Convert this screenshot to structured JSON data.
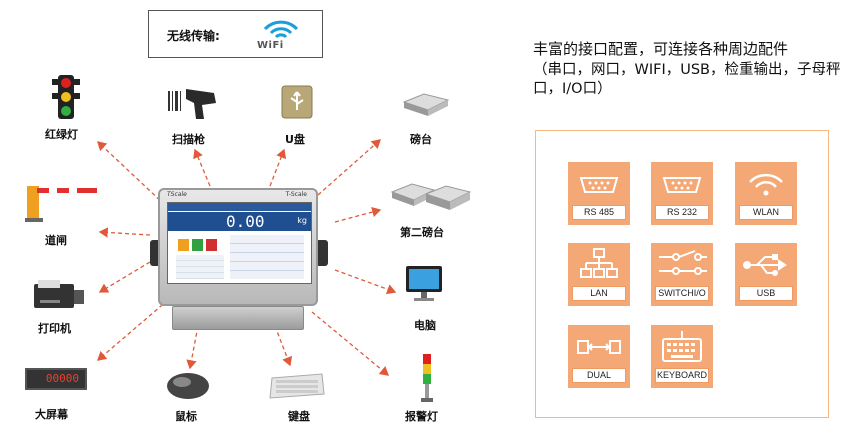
{
  "wifi": {
    "label": "无线传输:",
    "logo_text": "WiFi"
  },
  "peripherals": {
    "traffic_light": "红绿灯",
    "barrier": "道闸",
    "printer": "打印机",
    "big_screen": "大屏幕",
    "scanner": "扫描枪",
    "usb_disk": "U盘",
    "mouse": "鼠标",
    "keyboard": "键盘",
    "scale": "磅台",
    "second_scale": "第二磅台",
    "computer": "电脑",
    "alarm_light": "报警灯"
  },
  "indicator": {
    "brand": "TScale",
    "model": "T-Scale",
    "reading": "0.00",
    "unit": "kg"
  },
  "big_screen_digits": "00000",
  "headline": "丰富的接口配置，可连接各种周边配件",
  "subline": "（串口，网口，WIFI，USB，检重输出，子母秤口，I/O口）",
  "interfaces": [
    "RS 485",
    "RS 232",
    "WLAN",
    "LAN",
    "SWITCHI/O",
    "USB",
    "DUAL",
    "KEYBOARD"
  ],
  "colors": {
    "tile": "#f4a876",
    "panel_border": "#f6b780",
    "arrow": "#e05a3a"
  }
}
